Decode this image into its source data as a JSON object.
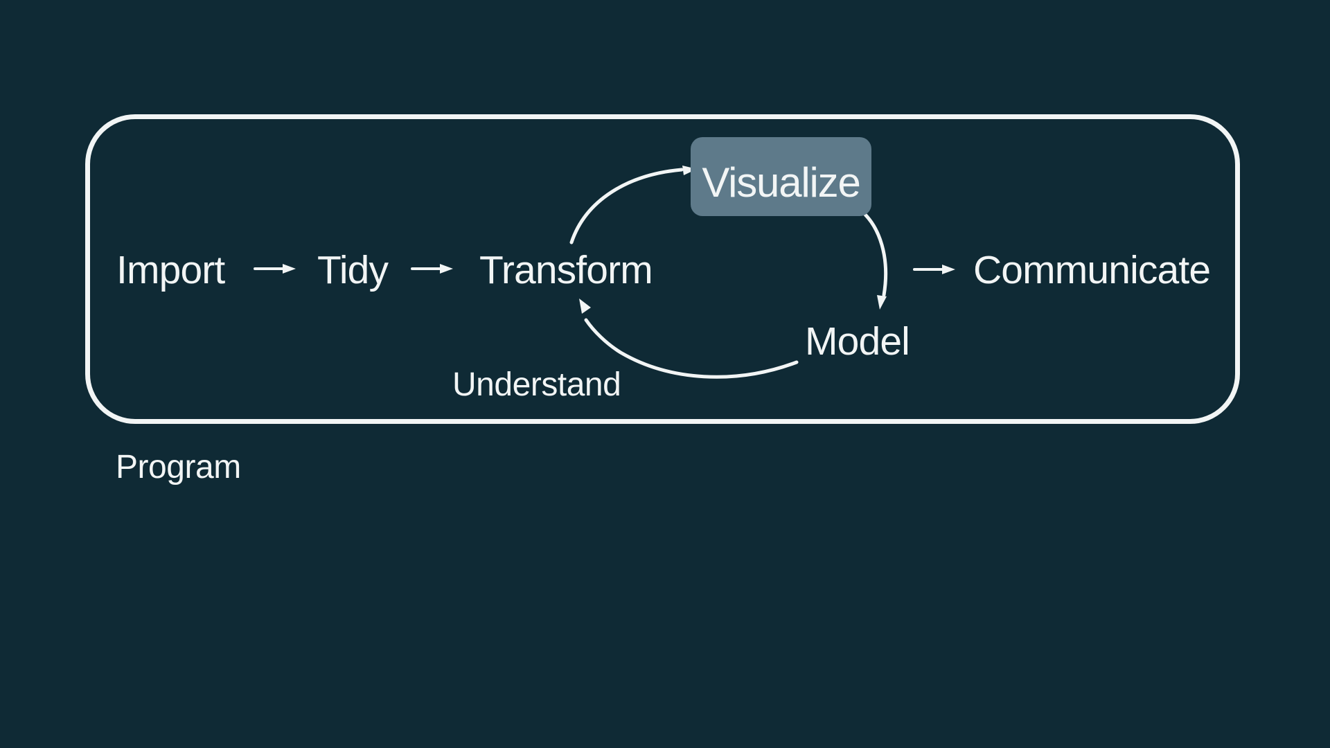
{
  "slide": {
    "type": "data-science-workflow-diagram"
  },
  "colors": {
    "background": "#0f2a35",
    "ink": "#f2f5f5",
    "highlight_box": "#5e7a8a"
  },
  "diagram": {
    "nodes": {
      "import": {
        "label": "Import"
      },
      "tidy": {
        "label": "Tidy"
      },
      "transform": {
        "label": "Transform"
      },
      "visualize": {
        "label": "Visualize",
        "highlighted": true
      },
      "model": {
        "label": "Model"
      },
      "communicate": {
        "label": "Communicate"
      }
    },
    "annotations": {
      "understand": {
        "label": "Understand"
      },
      "program": {
        "label": "Program"
      }
    },
    "arrows": [
      {
        "name": "arrow-import-to-tidy",
        "from": "Import",
        "to": "Tidy",
        "style": "straight"
      },
      {
        "name": "arrow-tidy-to-transform",
        "from": "Tidy",
        "to": "Transform",
        "style": "straight"
      },
      {
        "name": "arrow-transform-to-visualize",
        "from": "Transform",
        "to": "Visualize",
        "style": "curved"
      },
      {
        "name": "arrow-visualize-to-model",
        "from": "Visualize",
        "to": "Model",
        "style": "curved"
      },
      {
        "name": "arrow-model-to-transform",
        "from": "Model",
        "to": "Transform",
        "style": "curved"
      },
      {
        "name": "arrow-cycle-to-communicate",
        "from": "cycle",
        "to": "Communicate",
        "style": "straight"
      }
    ]
  }
}
